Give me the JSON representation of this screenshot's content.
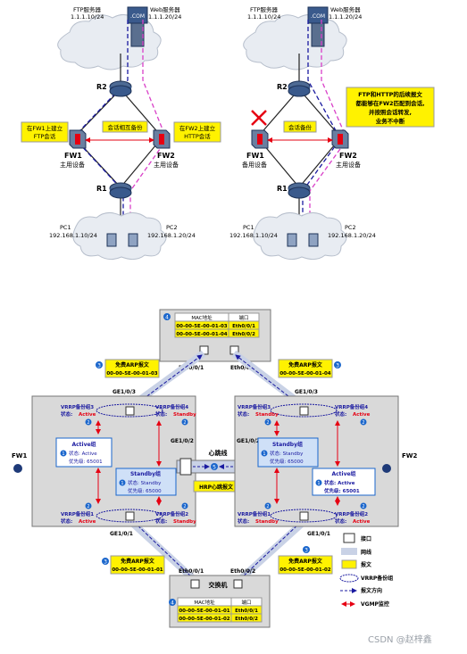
{
  "top": {
    "left": {
      "ftp": [
        "FTP服务器",
        "1.1.1.10/24"
      ],
      "web": [
        "Web服务器",
        "1.1.1.20/24"
      ],
      "com": ".COM",
      "r2": "R2",
      "r1": "R1",
      "fw1": [
        "FW1",
        "主用设备"
      ],
      "fw2": [
        "FW2",
        "主用设备"
      ],
      "note_fw1": [
        "在FW1上建立",
        "FTP会话"
      ],
      "note_fw2": [
        "在FW2上建立",
        "HTTP会话"
      ],
      "sync": "会话相互备份",
      "pc1": [
        "PC1",
        "192.168.1.10/24"
      ],
      "pc2": [
        "PC2",
        "192.168.1.20/24"
      ]
    },
    "right": {
      "ftp": [
        "FTP服务器",
        "1.1.1.10/24"
      ],
      "web": [
        "Web服务器",
        "1.1.1.20/24"
      ],
      "com": ".COM",
      "r2": "R2",
      "r1": "R1",
      "fw1": [
        "FW1",
        "备用设备"
      ],
      "fw2": [
        "FW2",
        "主用设备"
      ],
      "sync": "会话备份",
      "note": [
        "FTP和HTTP的后续报文",
        "都能够在FW2匹配到会话,",
        "并按照会话转发,",
        "业务不中断"
      ],
      "pc1": [
        "PC1",
        "192.168.1.10/24"
      ],
      "pc2": [
        "PC2",
        "192.168.1.20/24"
      ]
    }
  },
  "bottom": {
    "top_switch": {
      "badge": "4",
      "header": [
        "MAC地址",
        "端口"
      ],
      "rows": [
        [
          "00-00-5E-00-01-03",
          "Eth0/0/1"
        ],
        [
          "00-00-5E-00-01-04",
          "Eth0/0/2"
        ]
      ],
      "port_left": "Eth0/0/1",
      "port_right": "Eth0/0/2"
    },
    "garp_tl": {
      "badge": "3",
      "title": "免费ARP报文",
      "mac": "00-00-5E-00-01-03"
    },
    "garp_tr": {
      "badge": "3",
      "title": "免费ARP报文",
      "mac": "00-00-5E-00-01-04"
    },
    "garp_bl": {
      "badge": "3",
      "title": "免费ARP报文",
      "mac": "00-00-5E-00-01-01"
    },
    "garp_br": {
      "badge": "3",
      "title": "免费ARP报文",
      "mac": "00-00-5E-00-01-02"
    },
    "fw1": {
      "name": "FW1",
      "ge_top": "GE1/0/3",
      "ge_mid": "GE1/0/2",
      "ge_bottom": "GE1/0/1",
      "v3": [
        "VRRP备份组3",
        "状态:",
        "Active"
      ],
      "v3_badge": "2",
      "v4": [
        "VRRP备份组4",
        "状态:",
        "Standby"
      ],
      "v4_badge": "2",
      "v1": [
        "VRRP备份组1",
        "状态:",
        "Active"
      ],
      "v1_badge": "2",
      "v2": [
        "VRRP备份组2",
        "状态:",
        "Standby"
      ],
      "v2_badge": "2",
      "active": {
        "title": "Active组",
        "badge": "1",
        "state": "状态: Active",
        "prio": "优先级: 65001"
      },
      "standby": {
        "title": "Standby组",
        "badge": "1",
        "state": "状态: Standby",
        "prio": "优先级: 65000"
      }
    },
    "fw2": {
      "name": "FW2",
      "ge_top": "GE1/0/3",
      "ge_mid": "GE1/0/2",
      "ge_bottom": "GE1/0/1",
      "v3": [
        "VRRP备份组3",
        "状态:",
        "Standby"
      ],
      "v3_badge": "2",
      "v4": [
        "VRRP备份组4",
        "状态:",
        "Active"
      ],
      "v4_badge": "2",
      "v1": [
        "VRRP备份组1",
        "状态:",
        "Standby"
      ],
      "v1_badge": "2",
      "v2": [
        "VRRP备份组2",
        "状态:",
        "Active"
      ],
      "v2_badge": "2",
      "standby": {
        "title": "Standby组",
        "badge": "1",
        "state": "状态: Standby",
        "prio": "优先级: 65000"
      },
      "active": {
        "title": "Active组",
        "badge": "1",
        "state": "状态: Active",
        "prio": "优先级: 65001"
      }
    },
    "heartbeat": "心跳线",
    "hrp": "HRP心跳报文",
    "hb_badge": "5",
    "bottom_switch": {
      "title": "交换机",
      "badge": "4",
      "header": [
        "MAC地址",
        "端口"
      ],
      "rows": [
        [
          "00-00-5E-00-01-01",
          "Eth0/0/1"
        ],
        [
          "00-00-5E-00-01-02",
          "Eth0/0/2"
        ]
      ],
      "port_left": "Eth0/0/1",
      "port_right": "Eth0/0/2"
    },
    "legend": {
      "port": "接口",
      "cable": "网线",
      "packet": "报文",
      "vrrp": "VRRP备份组",
      "dir": "报文方向",
      "vgmp": "VGMP监控"
    }
  },
  "watermark": "CSDN @赵梓鑫",
  "colors": {
    "active_red": "#e60012",
    "blue": "#1a1aa0",
    "yellow": "#fff200",
    "box": "#d9d9d9"
  }
}
